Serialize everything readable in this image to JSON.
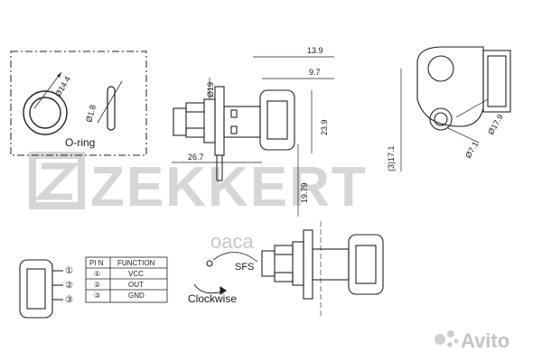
{
  "watermark": {
    "brand": "ZEKKERT",
    "color": "#d6d6d6"
  },
  "oring": {
    "label": "O-ring",
    "dim_outer": "Ø14.4",
    "dim_section": "Ø1.8"
  },
  "side_view": {
    "dims": {
      "d1": "13.9",
      "d2": "9.7",
      "d3": "Ø19",
      "d4": "23.9",
      "d5": "26.7",
      "d6": "19.79"
    }
  },
  "end_view": {
    "dims": {
      "d1": "(3)17.1",
      "d2": "Ø17.9",
      "d3": "Ø7.1"
    }
  },
  "pin_table": {
    "headers": [
      "PI N",
      "FUNCTION"
    ],
    "rows": [
      {
        "pin": "①",
        "function": "VCC"
      },
      {
        "pin": "②",
        "function": "OUT"
      },
      {
        "pin": "③",
        "function": "GND"
      }
    ],
    "pin_markers": [
      "①",
      "②",
      "③"
    ]
  },
  "rotation": {
    "label": "SFS",
    "direction": "Clockwise"
  },
  "footer_watermark": {
    "text": "Avito",
    "overlay": "оаса"
  }
}
